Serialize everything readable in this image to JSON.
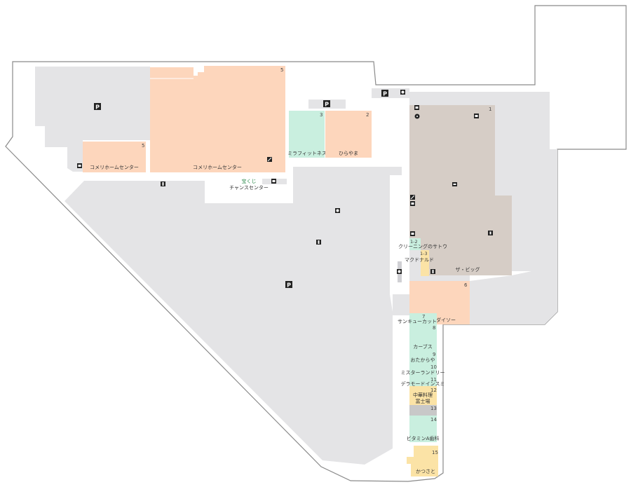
{
  "colors": {
    "outline": "#8a8a8a",
    "common": "#e4e4e6",
    "retail": "#fdd6bc",
    "service": "#c9efdf",
    "food": "#fbe3a6",
    "supermarket": "#d6cdc6",
    "vacant": "#c8c8c8",
    "icon": "#222222"
  },
  "icons": {
    "parking": "P",
    "parking_icon_name": "parking-icon",
    "restroom_icon_name": "restroom-icon",
    "atm_icon_name": "atm-icon",
    "info_icon_name": "information-icon",
    "escalator_icon_name": "escalator-icon",
    "smoking_icon_name": "smoking-area-icon"
  },
  "stores": {
    "komeri_large": {
      "number": "5",
      "name": "コメリホームセンター"
    },
    "komeri_small": {
      "number": "5",
      "name": "コメリホームセンター"
    },
    "takarakuji": {
      "name_top": "宝くじ",
      "name_bottom": "チャンスセンター"
    },
    "mirafit": {
      "number": "3",
      "name": "ミラフィットネス"
    },
    "hirayama": {
      "number": "2",
      "name": "ひらやま"
    },
    "the_big": {
      "number": "1",
      "name": "ザ・ビッグ"
    },
    "cleaning": {
      "number": "1-2",
      "name": "クリーニングのサトウ"
    },
    "mcdonalds": {
      "number": "1-3",
      "name": "マクドナルド"
    },
    "daiso": {
      "number": "6",
      "name": "ダイソー"
    },
    "sankyu": {
      "number": "7",
      "name": "サンキューカット"
    },
    "curves": {
      "number": "8",
      "name": "カーブス"
    },
    "otakaraya": {
      "number": "9",
      "name": "おたからや"
    },
    "laundry": {
      "number": "10",
      "name": "ミスターランドリー"
    },
    "deramode": {
      "number": "11",
      "name": "デラモードインスミ"
    },
    "chuka": {
      "number": "12",
      "name_top": "中華料理",
      "name_bottom": "富士場"
    },
    "unit13": {
      "number": "13"
    },
    "vitamin": {
      "number": "14",
      "name": "ビタミンA歯科"
    },
    "katsusato": {
      "number": "15",
      "name": "かつさと"
    }
  }
}
